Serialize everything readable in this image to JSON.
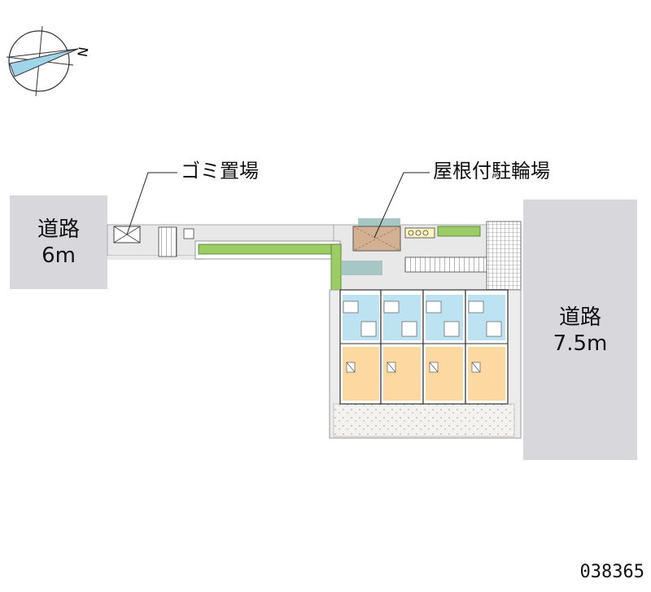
{
  "roads": {
    "left": {
      "name": "道路",
      "width": "6m"
    },
    "right": {
      "name": "道路",
      "width": "7.5m"
    }
  },
  "callouts": {
    "garbage": "ゴミ置場",
    "bicycle": "屋根付駐輪場"
  },
  "compass": {
    "north_letter": "N"
  },
  "property_code": "038365",
  "colors": {
    "road": "#d8d8dc",
    "path": "#e6e6e6",
    "hedge": "#9ccc65",
    "room": "#fcd9a0",
    "wet_area": "#bde3f2",
    "roof_bike": "#d2b091",
    "teal_roof": "#a6c7c4",
    "ground": "#ececec"
  }
}
